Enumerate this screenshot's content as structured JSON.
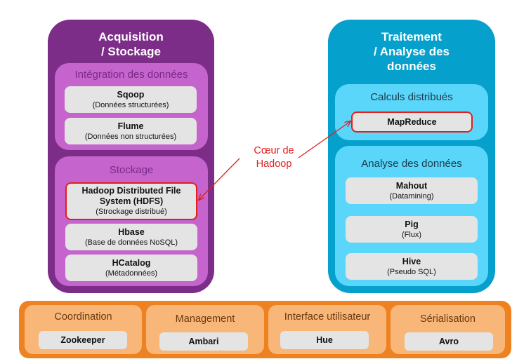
{
  "left_column": {
    "title_line1": "Acquisition",
    "title_line2": "/ Stockage",
    "color": "#7b2d87",
    "groups": [
      {
        "label": "Intégration des données",
        "items": [
          {
            "name": "Sqoop",
            "desc": "(Données structurées)"
          },
          {
            "name": "Flume",
            "desc": "(Données non structurées)"
          }
        ]
      },
      {
        "label": "Stockage",
        "items": [
          {
            "name_line1": "Hadoop Distributed File",
            "name_line2": "System (HDFS)",
            "desc": "(Strockage distribué)",
            "highlighted": true
          },
          {
            "name": "Hbase",
            "desc": "(Base de données NoSQL)"
          },
          {
            "name": "HCatalog",
            "desc": "(Métadonnées)"
          }
        ]
      }
    ]
  },
  "right_column": {
    "title_line1": "Traitement",
    "title_line2": "/ Analyse des",
    "title_line3": "données",
    "color": "#05a0cc",
    "groups": [
      {
        "label": "Calculs distribués",
        "items": [
          {
            "name": "MapReduce",
            "highlighted": true
          }
        ]
      },
      {
        "label": "Analyse des données",
        "items": [
          {
            "name": "Mahout",
            "desc": "(Datamining)"
          },
          {
            "name": "Pig",
            "desc": "(Flux)"
          },
          {
            "name": "Hive",
            "desc": "(Pseudo SQL)"
          }
        ]
      }
    ]
  },
  "annotation": {
    "line1": "Cœur de",
    "line2": "Hadoop",
    "color": "#e41d1d"
  },
  "bottom_bar": {
    "color": "#ee8220",
    "cells": [
      {
        "label": "Coordination",
        "item": "Zookeeper"
      },
      {
        "label": "Management",
        "item": "Ambari"
      },
      {
        "label": "Interface utilisateur",
        "item": "Hue"
      },
      {
        "label": "Sérialisation",
        "item": "Avro"
      }
    ]
  }
}
